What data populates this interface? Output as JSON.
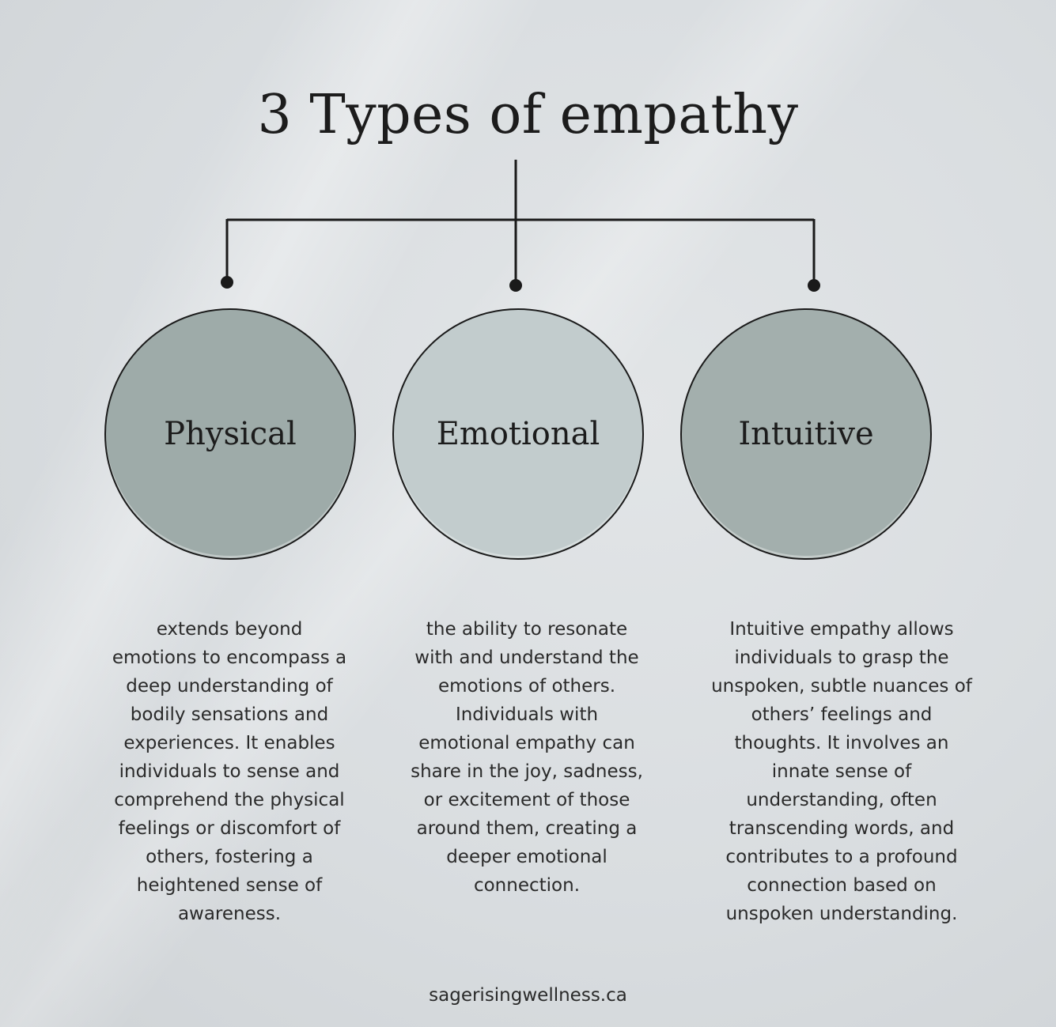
{
  "title": "3 Types of empathy",
  "types": [
    {
      "label": "Physical",
      "color": "#9eaba9",
      "description": "extends beyond\nemotions to encompass a\ndeep understanding of\nbodily sensations and\nexperiences. It enables\nindividuals to sense and\ncomprehend the physical\nfeelings or discomfort of\nothers, fostering a\nheightened sense of\nawareness."
    },
    {
      "label": "Emotional",
      "color": "#c2cccd",
      "description": "the ability to resonate\nwith and understand the\nemotions of others.\nIndividuals with\nemotional empathy can\nshare in the joy, sadness,\nor excitement of those\naround them, creating a\ndeeper emotional\nconnection."
    },
    {
      "label": "Intuitive",
      "color": "#a3afad",
      "description": "Intuitive empathy allows\nindividuals to grasp the\nunspoken, subtle nuances of\nothers’ feelings and\nthoughts. It involves an\ninnate sense of\nunderstanding, often\ntranscending words, and\ncontributes to a profound\nconnection based on\nunspoken understanding."
    }
  ],
  "footer": "sagerisingwellness.ca"
}
